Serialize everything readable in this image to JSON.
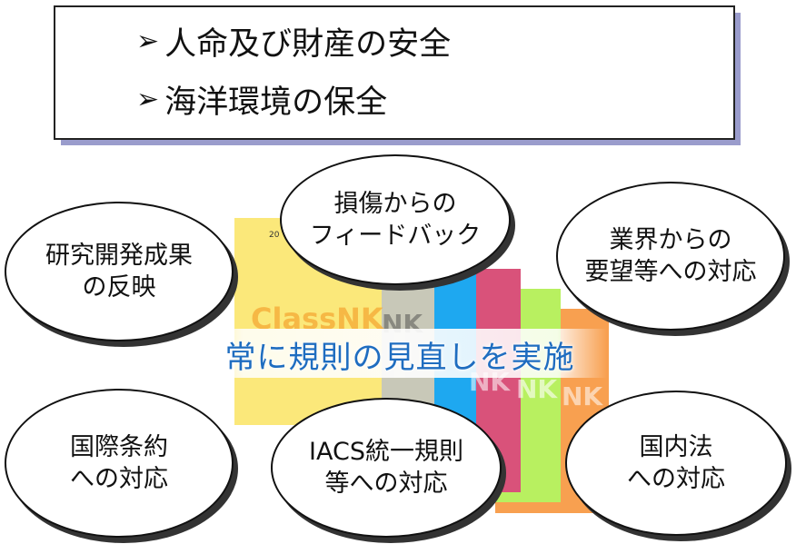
{
  "goals": [
    {
      "arrow": "➢",
      "text": "人命及び財産の安全"
    },
    {
      "arrow": "➢",
      "text": "海洋環境の保全"
    }
  ],
  "center_banner": "常に規則の見直しを実施",
  "book_cover": {
    "brand": "ClassNK",
    "year_fragment": "20",
    "nk_fragment": "NK"
  },
  "ellipses": {
    "damage_feedback": [
      "損傷からの",
      "フィードバック"
    ],
    "research": [
      "研究開発成果",
      "の反映"
    ],
    "industry": [
      "業界からの",
      "要望等への対応"
    ],
    "conventions": [
      "国際条約",
      "への対応"
    ],
    "iacs": [
      "IACS統一規則",
      "等への対応"
    ],
    "domestic": [
      "国内法",
      "への対応"
    ]
  },
  "colors": {
    "banner_text": "#1f6dc0",
    "goals_shadow": "#9a9ccc",
    "book_yellow": "#fbe87a",
    "book_gray": "#c8c8b8",
    "book_blue": "#1ea8f0",
    "book_pink": "#d9527a",
    "book_green": "#b8f060",
    "book_orange": "#f8a050"
  }
}
